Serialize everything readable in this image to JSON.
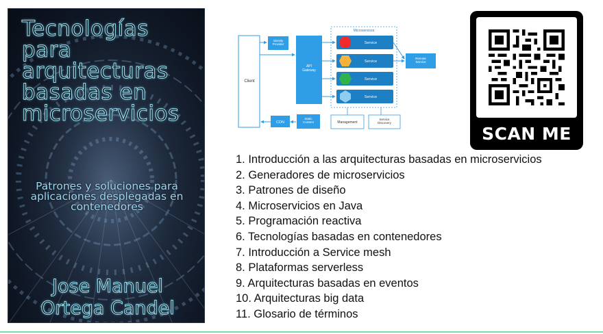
{
  "cover": {
    "title": "Tecnologías\npara\narquitecturas\nbasadas en\nmicroservicios",
    "subtitle": "Patrones y soluciones para\naplicaciones desplegadas en\ncontenedores",
    "author": "Jose Manuel\nOrtega Candel"
  },
  "diagram": {
    "client": "Client",
    "identity_provider": "Identity\nProvider",
    "api_gateway": "API\nGateway",
    "microservices_label": "Microservices",
    "services": [
      {
        "label": "Service",
        "color": "#ef2b2b"
      },
      {
        "label": "Service",
        "color": "#f5b33c"
      },
      {
        "label": "Service",
        "color": "#2fb34a"
      },
      {
        "label": "Service",
        "color": "#8ecdf0"
      }
    ],
    "remote_service": "Remote\nService",
    "cdn": "CDN",
    "static_content": "Static\nContent",
    "management": "Management",
    "service_discovery": "Service\nDiscovery",
    "colors": {
      "box": "#2f9ee6",
      "service": "#1d7fc4",
      "border": "#2f9ee6"
    }
  },
  "qr": {
    "label": "SCAN ME"
  },
  "chapters": [
    "1. Introducción a las arquitecturas basadas en microservicios",
    "2. Generadores de microservicios",
    "3. Patrones de diseño",
    "4. Microservicios en Java",
    "5. Programación reactiva",
    "6. Tecnologías basadas en contenedores",
    "7. Introducción a Service mesh",
    "8. Plataformas serverless",
    "9. Arquitecturas basadas en eventos",
    "10. Arquitecturas big data",
    "11. Glosario de términos"
  ]
}
